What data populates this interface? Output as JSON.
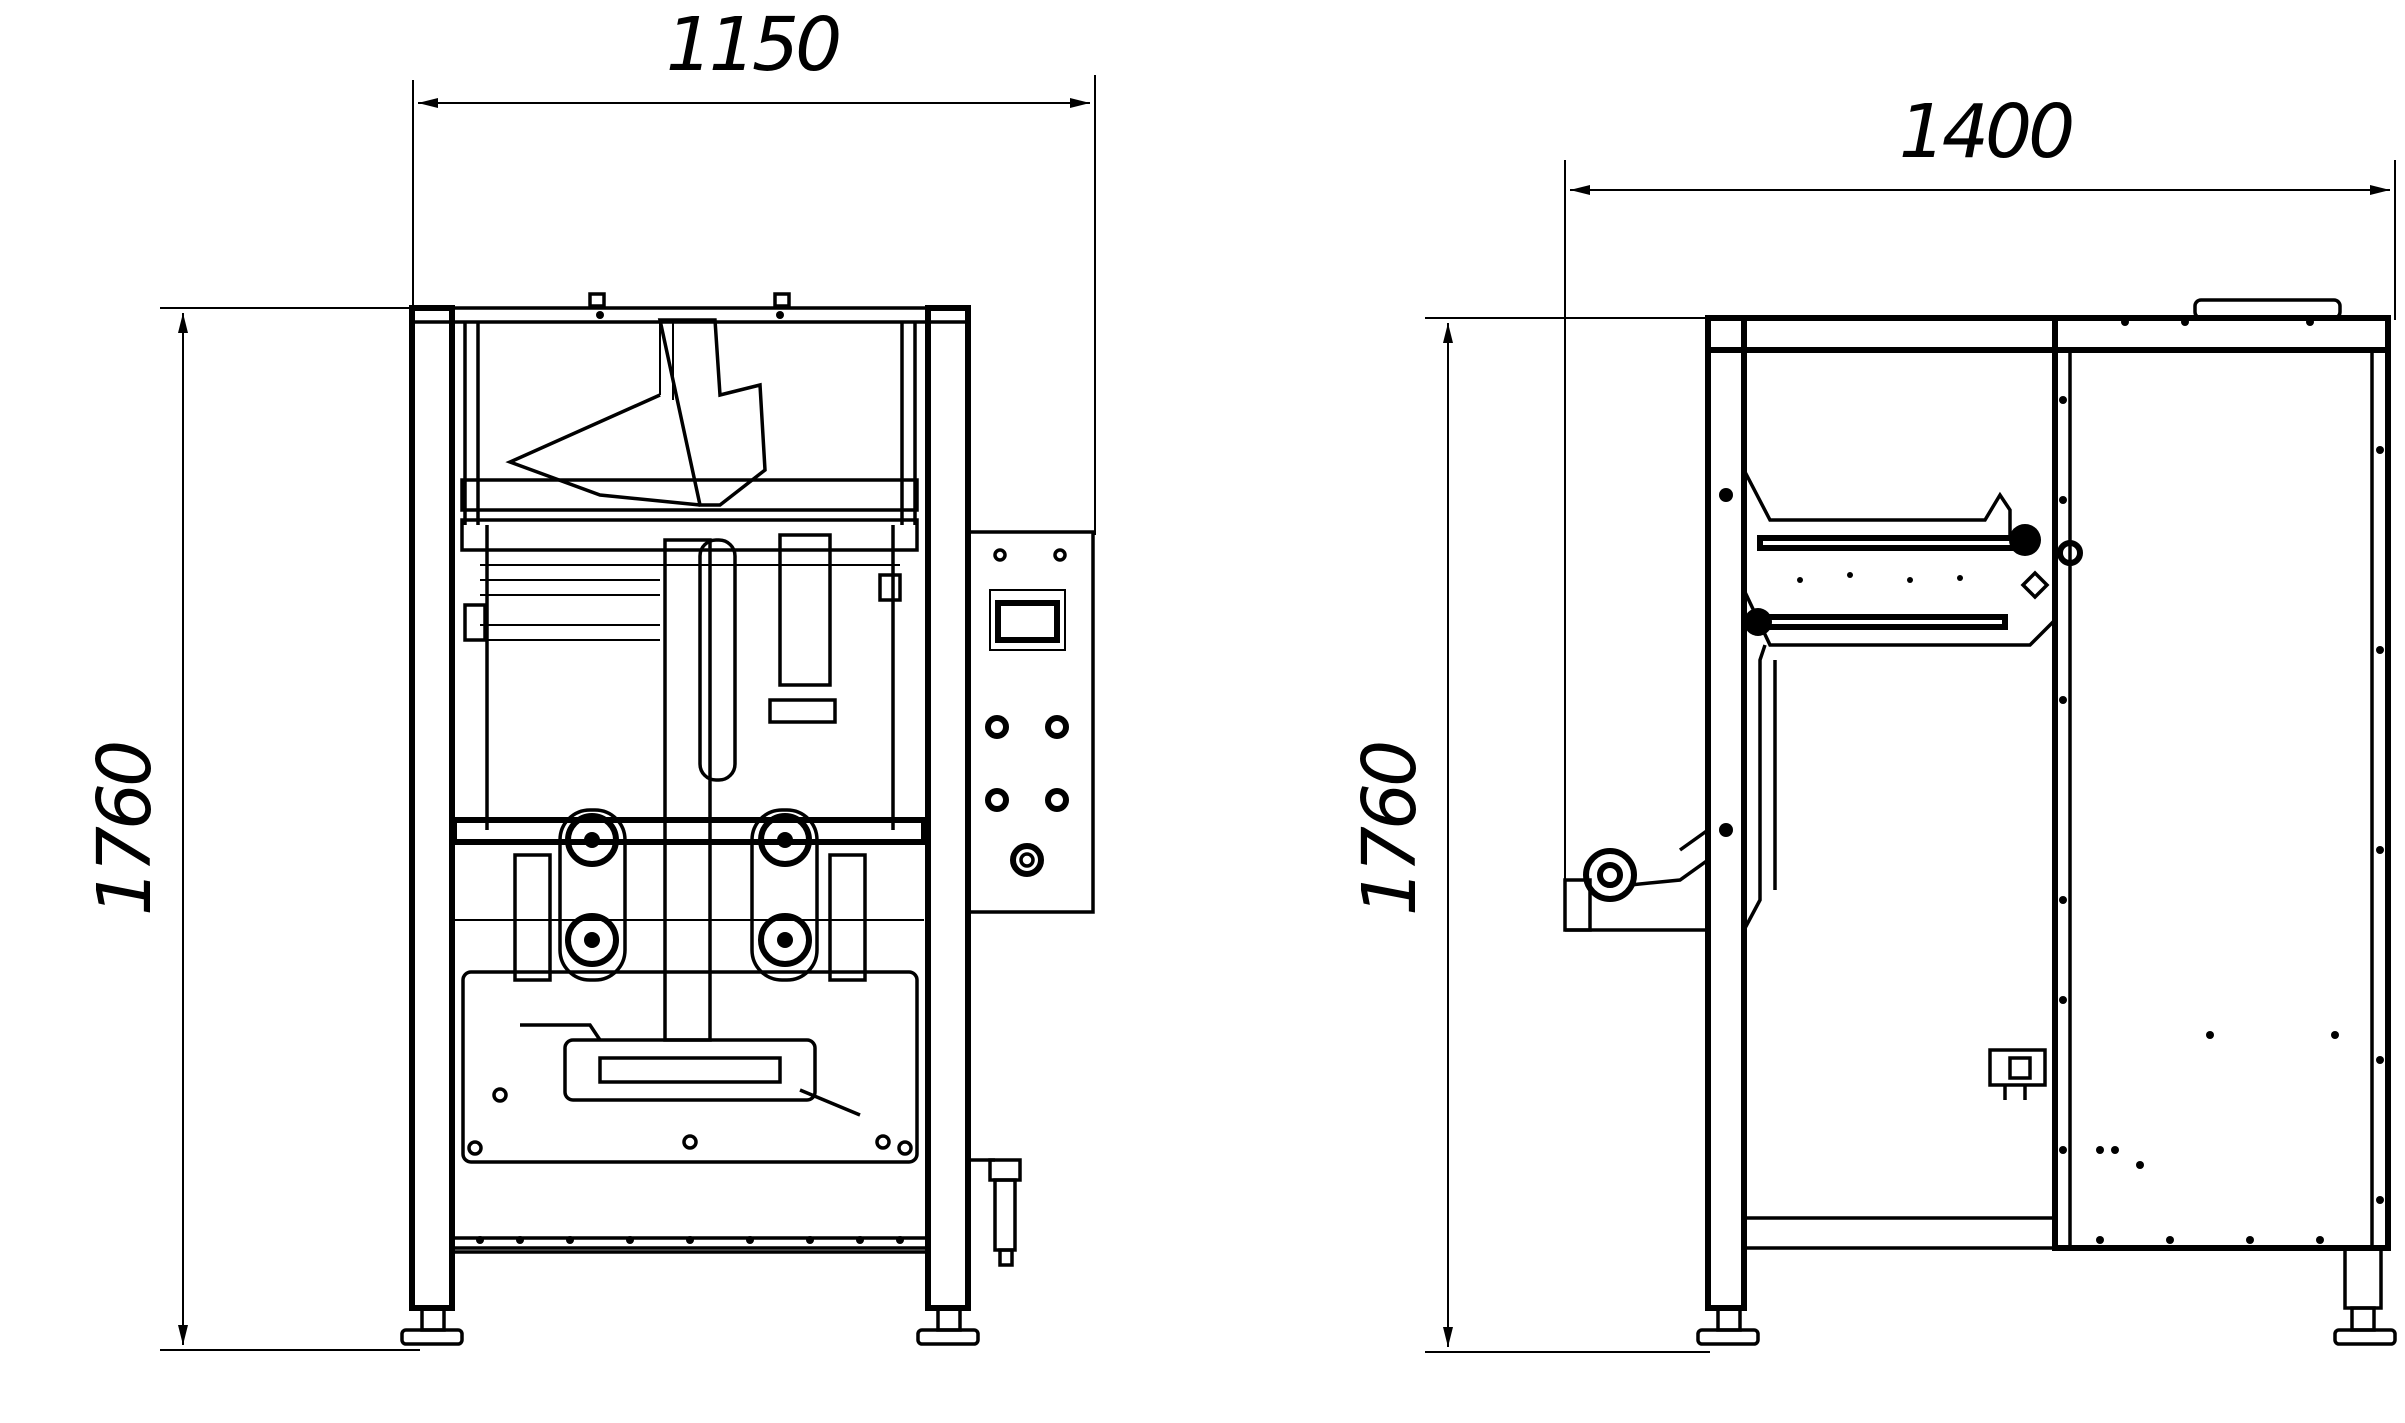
{
  "dimensions": {
    "front_width": "1150",
    "front_height": "1760",
    "side_width": "1400",
    "side_height": "1760"
  },
  "colors": {
    "line": "#000000",
    "background": "#ffffff"
  }
}
